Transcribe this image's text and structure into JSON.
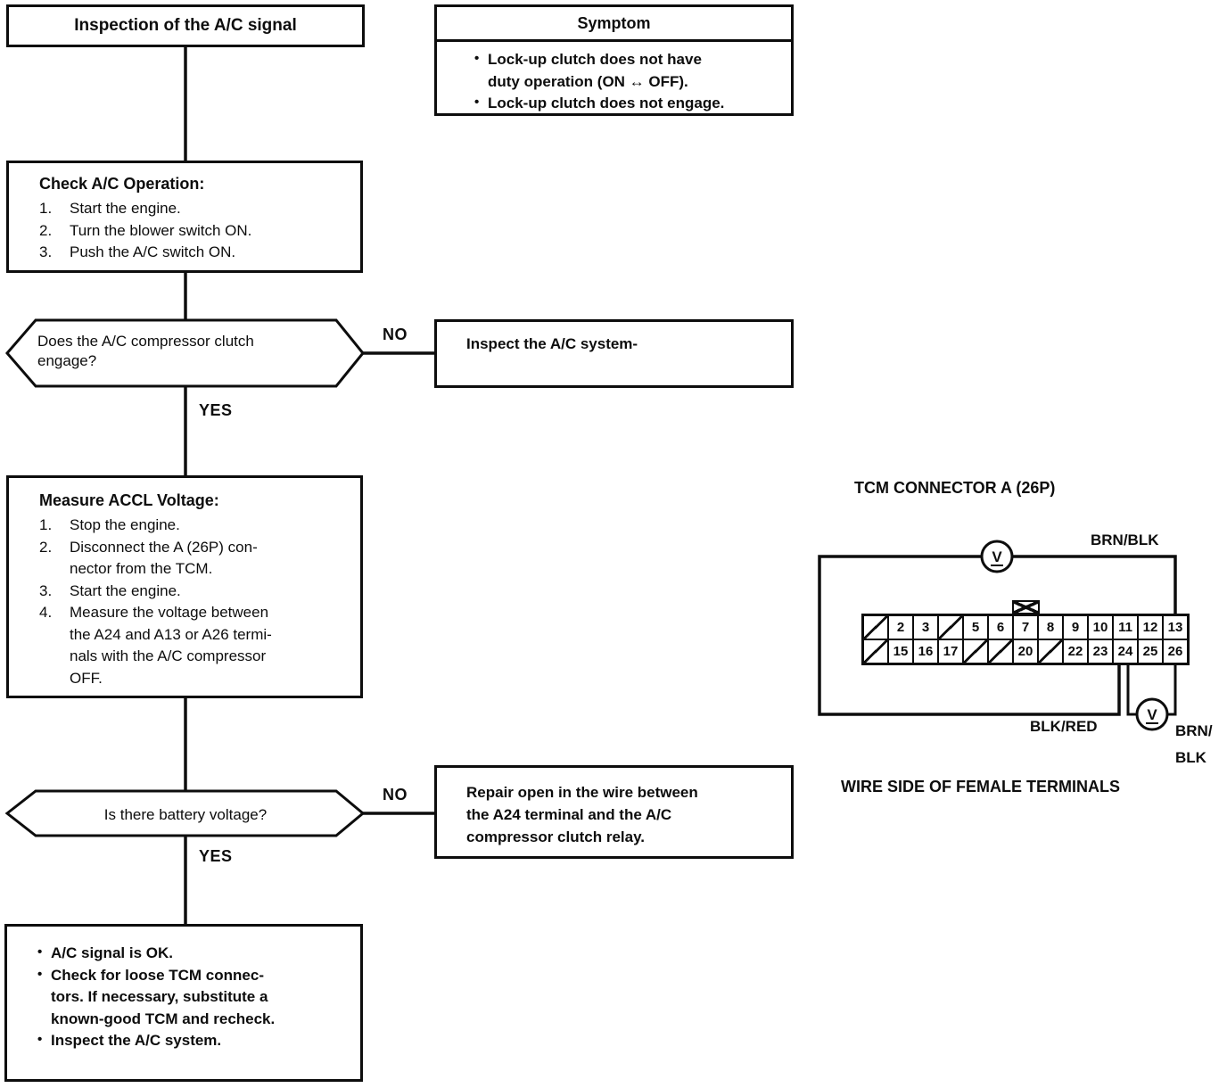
{
  "flow": {
    "title_box": {
      "label": "Inspection of the A/C signal"
    },
    "symptom_box": {
      "header": "Symptom",
      "bullets": [
        "Lock-up clutch does not have\nduty operation (ON ↔ OFF).",
        "Lock-up clutch does not engage."
      ]
    },
    "check_box": {
      "title": "Check A/C Operation:",
      "steps": [
        "Start the engine.",
        "Turn the blower switch ON.",
        "Push the A/C switch ON."
      ]
    },
    "decision_clutch": {
      "question": "Does the A/C compressor clutch\nengage?",
      "no_label": "NO",
      "yes_label": "YES"
    },
    "inspect_box": {
      "label": "Inspect the A/C system-"
    },
    "measure_box": {
      "title": "Measure ACCL Voltage:",
      "steps": [
        "Stop the engine.",
        "Disconnect the A (26P) con-\nnector from the TCM.",
        "Start the engine.",
        "Measure the voltage between\nthe A24 and A13 or A26 termi-\nnals with the A/C compressor\nOFF."
      ]
    },
    "decision_voltage": {
      "question": "Is there battery voltage?",
      "no_label": "NO",
      "yes_label": "YES"
    },
    "repair_box": {
      "label": "Repair open in the wire between\nthe A24 terminal and the A/C\ncompressor clutch relay."
    },
    "result_box": {
      "bullets": [
        "A/C signal is OK.",
        "Check for loose TCM connec-\ntors. If necessary, substitute a\nknown-good TCM and recheck.",
        "Inspect the A/C system."
      ]
    }
  },
  "tcm": {
    "title": "TCM CONNECTOR A (26P)",
    "meter_symbol": "V",
    "wire_top_label": "BRN/BLK",
    "wire_bottom_label": "BLK/RED",
    "wire_right_label": "BRN/\nBLK",
    "caption": "WIRE SIDE OF FEMALE TERMINALS",
    "pins_top": [
      "",
      "2",
      "3",
      "",
      "5",
      "6",
      "7",
      "8",
      "9",
      "10",
      "11",
      "12",
      "13"
    ],
    "pins_bottom": [
      "",
      "15",
      "16",
      "17",
      "",
      "",
      "20",
      "",
      "22",
      "23",
      "24",
      "25",
      "26"
    ]
  }
}
